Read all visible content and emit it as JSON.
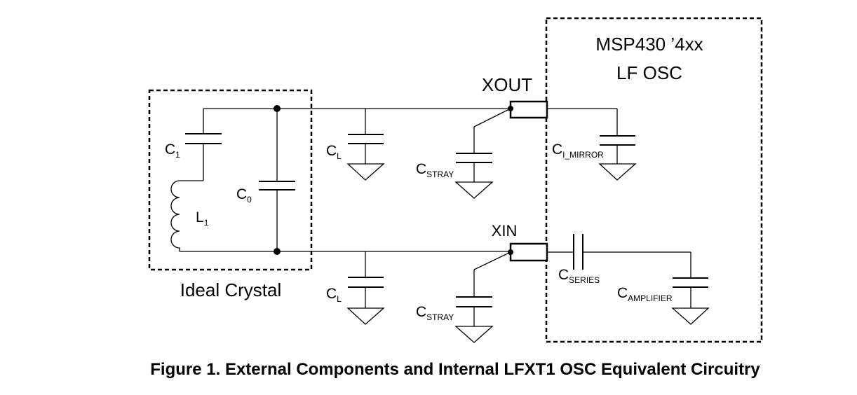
{
  "blocks": {
    "crystal_label": "Ideal Crystal",
    "osc_label_line1": "MSP430 ’4xx",
    "osc_label_line2": "LF OSC"
  },
  "pins": {
    "xout": "XOUT",
    "xin": "XIN"
  },
  "components": {
    "c1": {
      "main": "C",
      "sub": "1"
    },
    "c0": {
      "main": "C",
      "sub": "0"
    },
    "l1": {
      "main": "L",
      "sub": "1"
    },
    "cl_top": {
      "main": "C",
      "sub": "L"
    },
    "cl_bottom": {
      "main": "C",
      "sub": "L"
    },
    "cstray_top": {
      "main": "C",
      "sub": "STRAY"
    },
    "cstray_bottom": {
      "main": "C",
      "sub": "STRAY"
    },
    "ci_mirror": {
      "main": "C",
      "sub": "I_MIRROR"
    },
    "cseries": {
      "main": "C",
      "sub": "SERIES"
    },
    "camplifier": {
      "main": "C",
      "sub": "AMPLIFIER"
    }
  },
  "caption": "Figure 1. External Components and Internal LFXT1 OSC Equivalent Circuitry"
}
